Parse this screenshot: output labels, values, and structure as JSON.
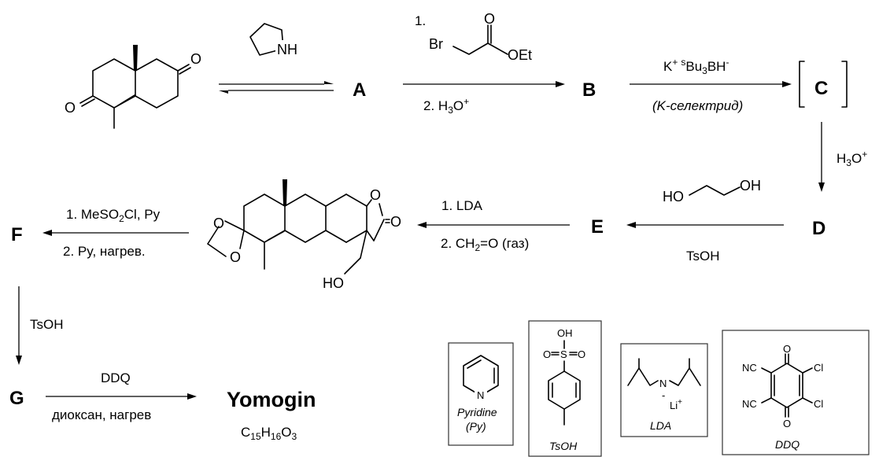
{
  "compounds": {
    "A": "A",
    "B": "B",
    "C": "C",
    "D": "D",
    "E": "E",
    "F": "F",
    "G": "G",
    "product": "Yomogin",
    "product_formula": {
      "C": "C",
      "c_n": "15",
      "H": "H",
      "h_n": "16",
      "O": "O",
      "o_n": "3"
    }
  },
  "reagents": {
    "step_a": {
      "amine_N": "NH"
    },
    "step_b": {
      "line1_num": "1.",
      "br": "Br",
      "o": "O",
      "oet": "OEt",
      "line2": {
        "pre": "2. H",
        "sub": "3",
        "post": "O",
        "sup": "+"
      }
    },
    "step_c": {
      "k": "K",
      "k_sup": "+",
      "s_sup": "s",
      "bu": "Bu",
      "sub3": "3",
      "bh": "BH",
      "minus": "-",
      "name": "(K-селектрид)"
    },
    "step_d": {
      "h": "H",
      "sub": "3",
      "o": "O",
      "sup": "+"
    },
    "step_e": {
      "ho": "HO",
      "oh": "OH",
      "tsoh": "TsOH"
    },
    "step_f": {
      "line1": "1. LDA",
      "line2": {
        "pre": "2. CH",
        "sub": "2",
        "post": "=O (газ)"
      }
    },
    "step_g": {
      "line1": {
        "pre": "1. MeSO",
        "sub": "2",
        "post": "Cl, Py"
      },
      "line2": "2. Py, нагрев."
    },
    "step_h": {
      "tsoh": "TsOH"
    },
    "step_i": {
      "ddq": "DDQ",
      "conditions": "диоксан, нагрев"
    }
  },
  "atoms": {
    "o": "O",
    "ho": "HO"
  },
  "legend": {
    "pyridine": {
      "n": "N",
      "caption1": "Pyridine",
      "caption2": "(Py)"
    },
    "tsoh": {
      "oh": "OH",
      "o_left": "O",
      "s": "S",
      "o_right": "O",
      "caption": "TsOH"
    },
    "lda": {
      "n": "N",
      "minus": "-",
      "li": "Li",
      "plus": "+",
      "caption": "LDA"
    },
    "ddq": {
      "o_top": "O",
      "o_bottom": "O",
      "nc1": "NC",
      "nc2": "NC",
      "cl1": "Cl",
      "cl2": "Cl",
      "caption": "DDQ"
    }
  }
}
